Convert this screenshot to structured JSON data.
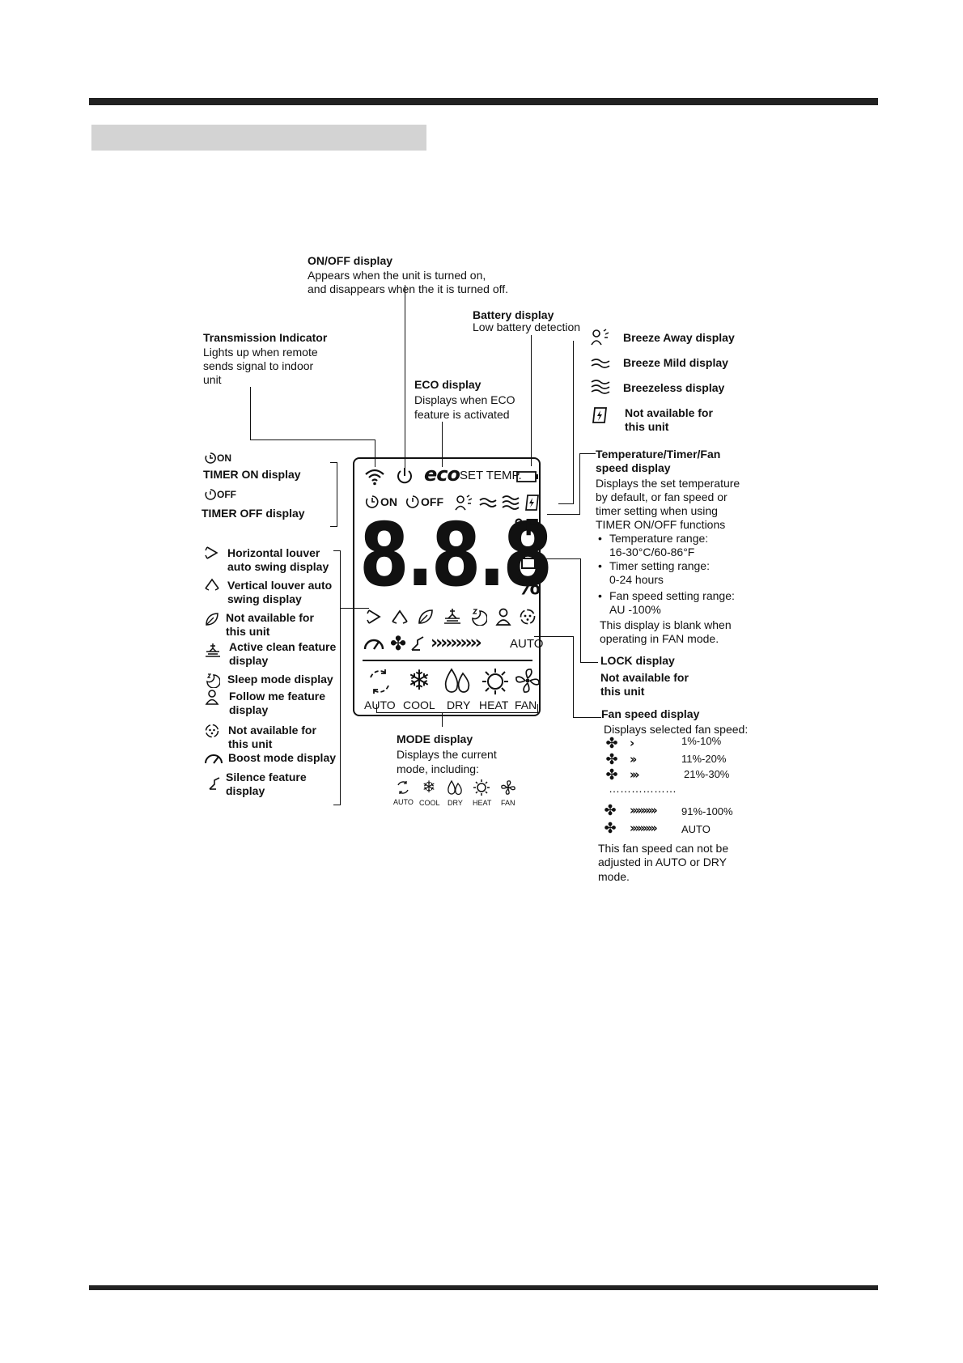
{
  "onoff": {
    "title": "ON/OFF display",
    "l1": "Appears when the unit is turned on,",
    "l2": "and disappears  when the it is turned off."
  },
  "battery": {
    "title": "Battery display",
    "l1": "Low battery detection"
  },
  "transmission": {
    "title": "Transmission Indicator",
    "l1": "Lights up when remote",
    "l2": "sends signal to indoor",
    "l3": "unit"
  },
  "eco": {
    "title": "ECO display",
    "l1": "Displays when ECO",
    "l2": "feature is activated"
  },
  "breeze": {
    "away": "Breeze Away display",
    "mild": "Breeze Mild display",
    "less": "Breezeless  display",
    "na1": "Not available for",
    "na2": "this unit"
  },
  "timer": {
    "on_badge": "ON",
    "on_label": "TIMER ON display",
    "off_badge": "OFF",
    "off_label": "TIMER OFF display"
  },
  "temp_panel": {
    "title1": "Temperature/Timer/Fan",
    "title2": "speed display",
    "l1": "Displays the set temperature",
    "l2": "by default, or fan speed or",
    "l3": "timer setting when using",
    "l4": "TIMER ON/OFF functions",
    "b1a": "Temperature range:",
    "b1b": "16-30°C/60-86°F",
    "b2a": "Timer setting range:",
    "b2b": "0-24 hours",
    "b3a": "Fan speed setting range:",
    "b3b": "AU -100%",
    "n1": "This display is blank when",
    "n2": "operating in FAN mode."
  },
  "lock": {
    "title": "LOCK display",
    "na1": "Not available for",
    "na2": "this unit"
  },
  "fan_panel": {
    "title": "Fan speed display",
    "l1": "Displays selected fan speed:",
    "r1": "1%-10%",
    "r2": "11%-20%",
    "r3": "21%-30%",
    "dots": "………………",
    "r4": "91%-100%",
    "r5": "AUTO",
    "n1": "This fan speed  can not be",
    "n2": "adjusted in  AUTO or DRY",
    "n3": "mode."
  },
  "left_list": {
    "h1": "Horizontal louver",
    "h2": "auto swing display",
    "v1": "Vertical louver auto",
    "v2": "swing display",
    "na1": "Not available for",
    "na2": "this unit",
    "ac1": "Active clean feature",
    "ac2": "display",
    "sleep": "Sleep mode display",
    "fm1": "Follow me feature",
    "fm2": "display",
    "na3": "Not available for",
    "na4": "this unit",
    "boost": "Boost mode display",
    "sil1": "Silence feature",
    "sil2": "display"
  },
  "mode": {
    "title": "MODE display",
    "l1": "Displays the current",
    "l2": "mode, including:",
    "labels": [
      "AUTO",
      "COOL",
      "DRY",
      "HEAT",
      "FAN"
    ],
    "small": [
      "AUTO",
      "COOL",
      "DRY",
      "HEAT",
      "FAN"
    ]
  },
  "lcd": {
    "eco": "eco",
    "set_temp": "SET TEMP.",
    "on": "ON",
    "off": "OFF",
    "digits": "8.8.8",
    "unit_f": "°F",
    "percent": "%",
    "auto": "AUTO",
    "modes": [
      "AUTO",
      "COOL",
      "DRY",
      "HEAT",
      "FAN"
    ]
  }
}
